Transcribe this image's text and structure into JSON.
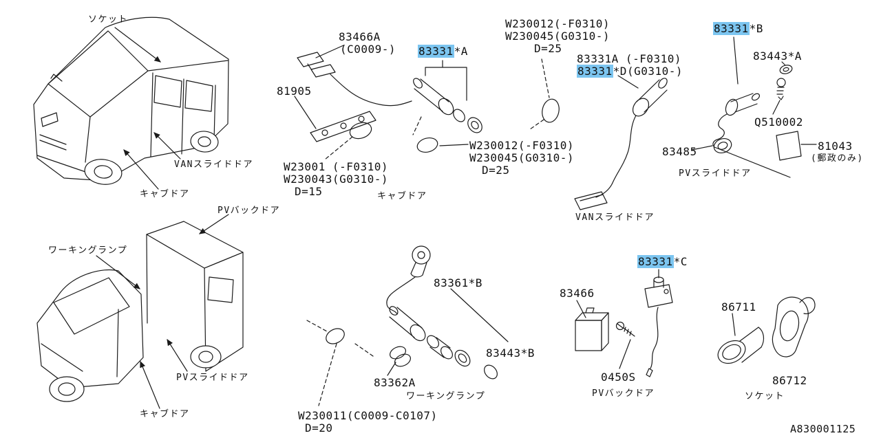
{
  "doc": {
    "code": "A830001125",
    "highlight_color": "#7CC5F0"
  },
  "labels": {
    "socket_top": "ソケット",
    "van_slide_top": "VANスライドドア",
    "cab_door_top": "キャブドア",
    "part_83466a": "83466A",
    "part_83466a_range": "(C0009-)",
    "part_81905": "81905",
    "part_83331_num": "83331",
    "suffix_a": "*A",
    "suffix_b": "*B",
    "suffix_c": "*C",
    "suffix_d": "*D(G0310-)",
    "part_83331A_full": "83331A (-F0310)",
    "w23001_line1": "W23001 (-F0310)",
    "w23001_line2": "W230043(G0310-)",
    "w23001_line3": "D=15",
    "cab_door_mid": "キャブドア",
    "w230012_line1": "W230012(-F0310)",
    "w230012_line2": "W230045(G0310-)",
    "w230012_line3": "D=25",
    "van_slide_mid": "VANスライドドア",
    "part_83443a": "83443*A",
    "part_q510002": "Q510002",
    "part_83485": "83485",
    "part_81043": "81043",
    "part_81043_note": "(郵政のみ)",
    "pv_slide_top": "PVスライドドア",
    "pv_back_top": "PVバックドア",
    "working_lamp": "ワーキングランプ",
    "pv_slide_bottom": "PVスライドドア",
    "cab_door_bottom": "キャブドア",
    "part_83361b": "83361*B",
    "part_83362a": "83362A",
    "w230011_line1": "W230011(C0009-C0107)",
    "w230011_line2": "D=20",
    "part_83443b": "83443*B",
    "part_83466": "83466",
    "part_0450s": "0450S",
    "pv_back_bottom": "PVバックドア",
    "part_86711": "86711",
    "part_86712": "86712",
    "socket_bottom": "ソケット"
  }
}
